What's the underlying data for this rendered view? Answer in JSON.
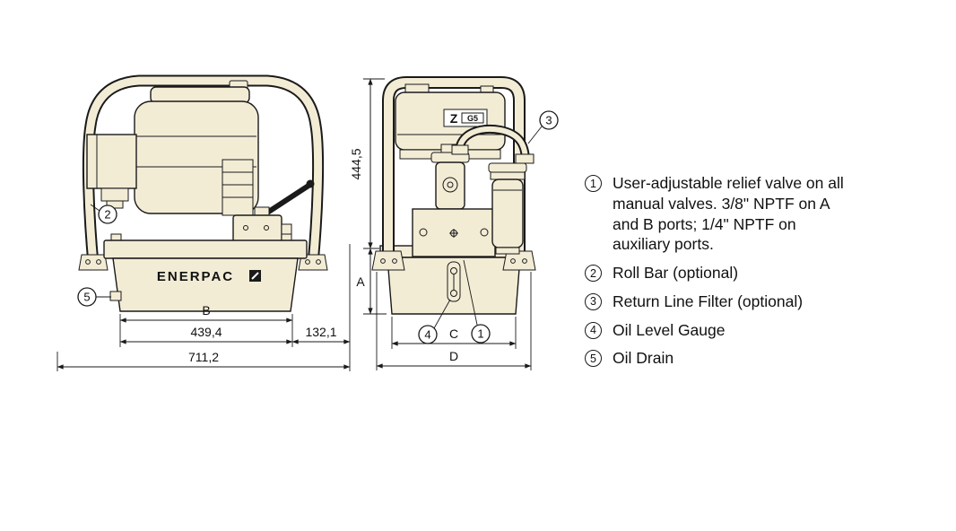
{
  "drawing": {
    "brand": "ENERPAC",
    "model": {
      "z": "Z",
      "series": "G5"
    },
    "dims": {
      "b": "B",
      "b_value": "439,4",
      "right_offset": "132,1",
      "total_width": "711,2",
      "height": "444,5",
      "a": "A",
      "c": "C",
      "d": "D"
    },
    "callouts": {
      "c1": "1",
      "c2": "2",
      "c3": "3",
      "c4": "4",
      "c5": "5"
    }
  },
  "legend": {
    "items": [
      {
        "num": "1",
        "text": "User-adjustable relief valve on all manual valves. 3/8\" NPTF on A and B ports; 1/4\" NPTF on auxiliary ports."
      },
      {
        "num": "2",
        "text": "Roll Bar (optional)"
      },
      {
        "num": "3",
        "text": "Return Line Filter (optional)"
      },
      {
        "num": "4",
        "text": "Oil Level Gauge"
      },
      {
        "num": "5",
        "text": "Oil Drain"
      }
    ]
  },
  "colors": {
    "body_fill": "#f3ecd5",
    "line": "#1a1a1a"
  }
}
